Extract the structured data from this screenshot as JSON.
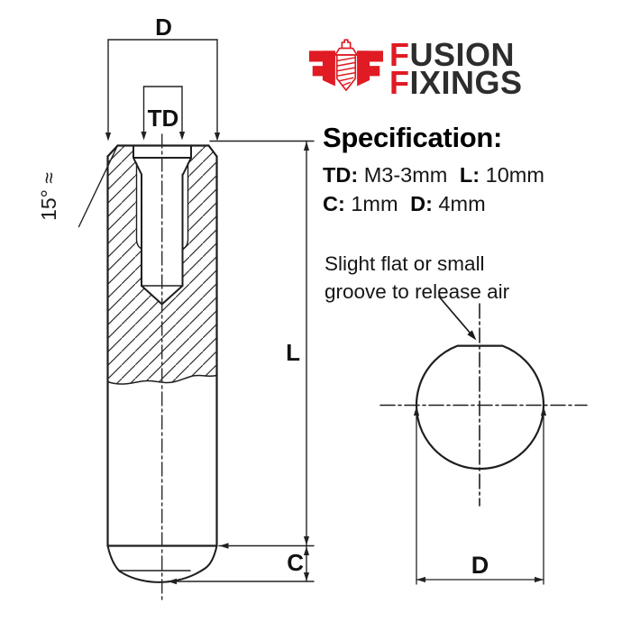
{
  "colors": {
    "brand_red": "#e01b23",
    "ink": "#1e1e1e",
    "logo_text": "#2d2d2d"
  },
  "logo": {
    "line1_initial": "F",
    "line1_rest": "USION",
    "line2_initial": "F",
    "line2_rest": "IXINGS"
  },
  "specification": {
    "heading": "Specification:",
    "pairs": [
      {
        "key": "TD:",
        "value": "M3-3mm"
      },
      {
        "key": "L:",
        "value": "10mm"
      },
      {
        "key": "C:",
        "value": "1mm"
      },
      {
        "key": "D:",
        "value": "4mm"
      }
    ]
  },
  "annotation": {
    "line1": "Slight flat or small",
    "line2": "groove to release air"
  },
  "pin_drawing": {
    "label_d": "D",
    "label_td": "TD",
    "label_l": "L",
    "label_c": "C",
    "label_angle": "15° ≈"
  },
  "end_view": {
    "label_d": "D"
  }
}
